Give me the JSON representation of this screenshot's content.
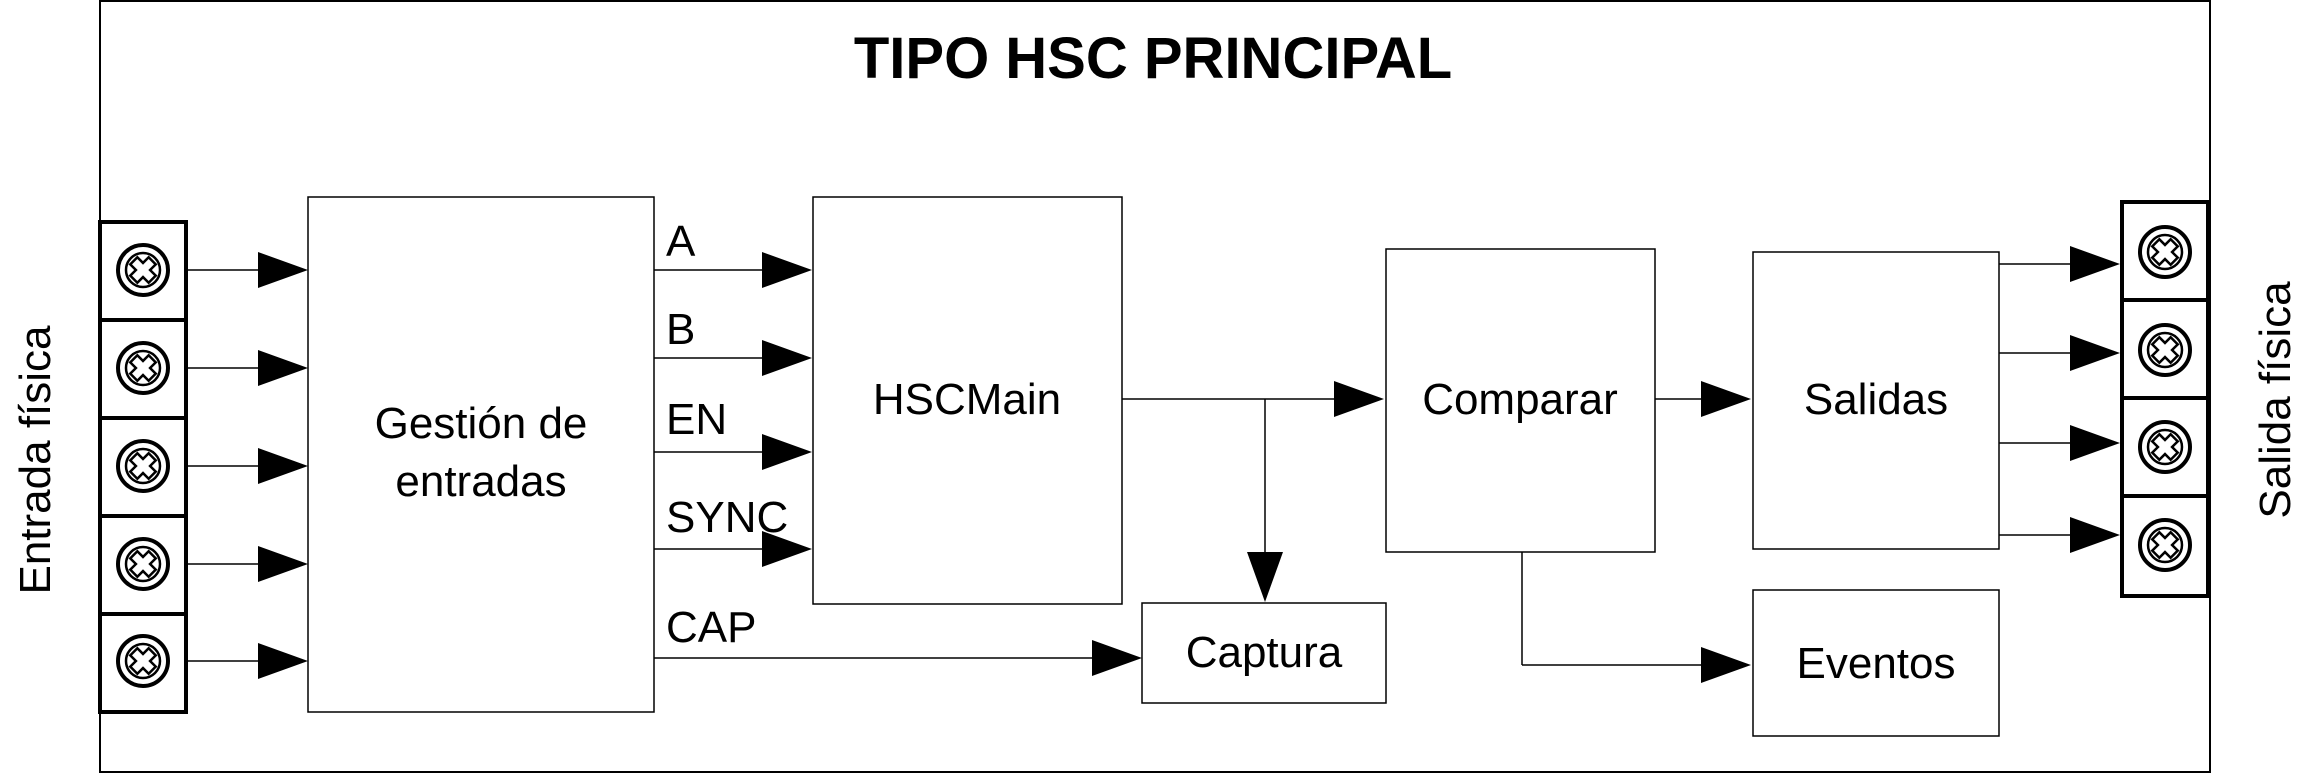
{
  "title": "TIPO HSC PRINCIPAL",
  "left_side_label": "Entrada física",
  "right_side_label": "Salida física",
  "blocks": {
    "gestion": [
      "Gestión de",
      "entradas"
    ],
    "hscmain": "HSCMain",
    "comparar": "Comparar",
    "salidas": "Salidas",
    "captura": "Captura",
    "eventos": "Eventos"
  },
  "signals": [
    "A",
    "B",
    "EN",
    "SYNC",
    "CAP"
  ],
  "colors": {
    "line": "#000000",
    "background": "#ffffff"
  },
  "icons": {
    "terminal": "screw-terminal-icon"
  }
}
